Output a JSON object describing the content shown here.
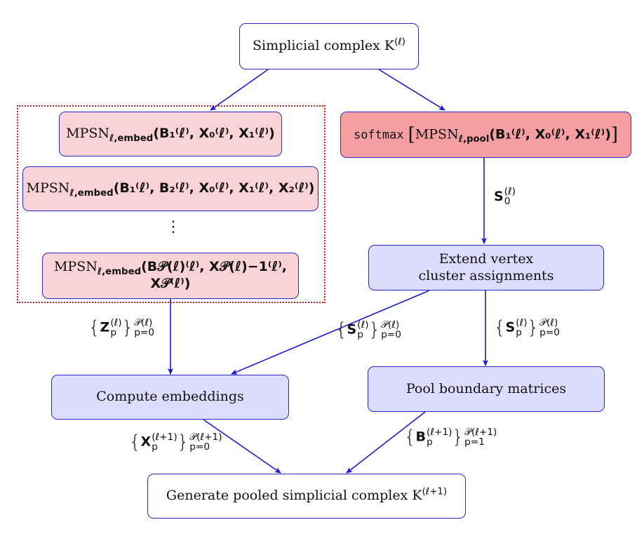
{
  "nodes": {
    "simplicial_complex": {
      "text": "Simplicial complex K",
      "sup": "(ℓ)"
    },
    "embed_1": {
      "fn": "MPSN",
      "sub": "ℓ,embed",
      "args": "(B₁⁽ℓ⁾, X₀⁽ℓ⁾, X₁⁽ℓ⁾)"
    },
    "embed_2": {
      "fn": "MPSN",
      "sub": "ℓ,embed",
      "args": "(B₁⁽ℓ⁾, B₂⁽ℓ⁾, X₀⁽ℓ⁾, X₁⁽ℓ⁾, X₂⁽ℓ⁾)"
    },
    "embed_vdots": "⋮",
    "embed_p": {
      "fn": "MPSN",
      "sub": "ℓ,embed",
      "args": "(B𝒫(ℓ)⁽ℓ⁾, X𝒫(ℓ)−1⁽ℓ⁾, X𝒫⁽ℓ⁾)"
    },
    "softmax": {
      "prefix": "softmax",
      "fn": "MPSN",
      "sub": "ℓ,pool",
      "args": "(B₁⁽ℓ⁾, X₀⁽ℓ⁾, X₁⁽ℓ⁾)"
    },
    "extend": {
      "line1": "Extend vertex",
      "line2": "cluster assignments"
    },
    "compute": {
      "text": "Compute embeddings"
    },
    "pool": {
      "text": "Pool boundary matrices"
    },
    "generate": {
      "text": "Generate pooled simplicial complex K",
      "sup": "(ℓ+1)"
    }
  },
  "edge_labels": {
    "s0": {
      "var": "S",
      "sub": "0",
      "sup": "(ℓ)"
    },
    "z_set": {
      "var": "Z",
      "sub": "p",
      "sup": "(ℓ)",
      "range_sup": "𝒫(ℓ)",
      "range_sub": "p=0"
    },
    "s_set_diag": {
      "var": "S",
      "sub": "p",
      "sup": "(ℓ)",
      "range_sup": "𝒫(ℓ)",
      "range_sub": "p=0"
    },
    "s_set_right": {
      "var": "S",
      "sub": "p",
      "sup": "(ℓ)",
      "range_sup": "𝒫(ℓ)",
      "range_sub": "p=0"
    },
    "x_set": {
      "var": "X",
      "sub": "p",
      "sup": "(ℓ+1)",
      "range_sup": "𝒫(ℓ+1)",
      "range_sub": "p=0"
    },
    "b_set": {
      "var": "B",
      "sub": "p",
      "sup": "(ℓ+1)",
      "range_sup": "𝒫(ℓ+1)",
      "range_sub": "p=1"
    }
  },
  "colors": {
    "arrow": "#1a1acf",
    "border": "#2929c4",
    "pink": "#f9d3d6",
    "red": "#f59fa3",
    "lavender": "#dcdcfc",
    "dotted": "#c81818"
  }
}
